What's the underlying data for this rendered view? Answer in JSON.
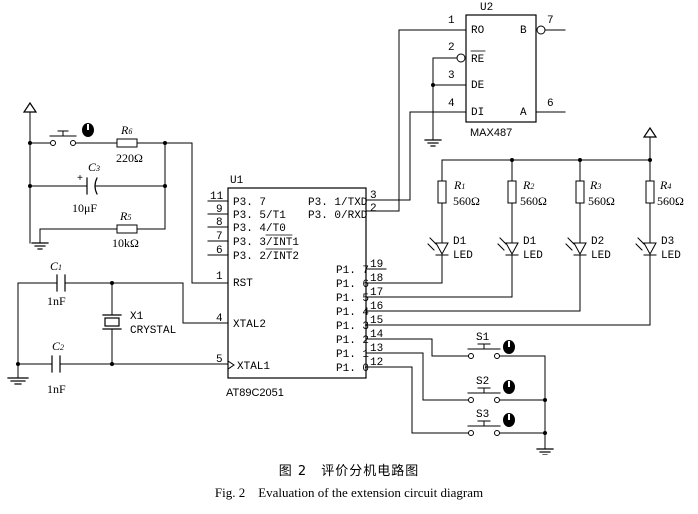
{
  "u2": {
    "ref": "U2",
    "part": "MAX487",
    "pins": {
      "ro": "RO",
      "re": "RE",
      "de": "DE",
      "di": "DI",
      "b": "B",
      "a": "A"
    },
    "pin_numbers": {
      "ro": "1",
      "re": "2",
      "de": "3",
      "di": "4",
      "b": "7",
      "a": "6"
    }
  },
  "u1": {
    "ref": "U1",
    "part": "AT89C2051",
    "left_pins": [
      {
        "name": "P3. 7",
        "num": "11"
      },
      {
        "name": "P3. 5/T1",
        "num": "9"
      },
      {
        "name": "P3. 4/T0",
        "num": "8"
      },
      {
        "name": "P3. 3/INT1",
        "num": "7"
      },
      {
        "name": "P3. 2/INT2",
        "num": "6"
      },
      {
        "name": "RST",
        "num": "1"
      },
      {
        "name": "XTAL2",
        "num": "4"
      },
      {
        "name": "XTAL1",
        "num": "5"
      }
    ],
    "right_pins": [
      {
        "name": "P3. 1/TXD",
        "num": "3"
      },
      {
        "name": "P3. 0/RXD",
        "num": "2"
      },
      {
        "name": "P1. 7",
        "num": "19"
      },
      {
        "name": "P1. 6",
        "num": "18"
      },
      {
        "name": "P1. 5",
        "num": "17"
      },
      {
        "name": "P1. 4",
        "num": "16"
      },
      {
        "name": "P1. 3",
        "num": "15"
      },
      {
        "name": "P1. 2",
        "num": "14"
      },
      {
        "name": "P1. 1",
        "num": "13"
      },
      {
        "name": "P1. 0",
        "num": "12"
      }
    ]
  },
  "resistors": [
    {
      "ref": "R",
      "sub": "6",
      "value": "220Ω"
    },
    {
      "ref": "R",
      "sub": "5",
      "value": "10kΩ"
    },
    {
      "ref": "R",
      "sub": "1",
      "value": "560Ω"
    },
    {
      "ref": "R",
      "sub": "2",
      "value": "560Ω"
    },
    {
      "ref": "R",
      "sub": "3",
      "value": "560Ω"
    },
    {
      "ref": "R",
      "sub": "4",
      "value": "560Ω"
    }
  ],
  "capacitors": [
    {
      "ref": "C",
      "sub": "3",
      "value": "10μF",
      "plus": "+"
    },
    {
      "ref": "C",
      "sub": "1",
      "value": "1nF"
    },
    {
      "ref": "C",
      "sub": "2",
      "value": "1nF"
    }
  ],
  "crystal": {
    "ref": "X1",
    "label": "CRYSTAL"
  },
  "leds": [
    {
      "ref": "D1",
      "type": "LED"
    },
    {
      "ref": "D1",
      "type": "LED"
    },
    {
      "ref": "D2",
      "type": "LED"
    },
    {
      "ref": "D3",
      "type": "LED"
    }
  ],
  "switches": [
    "S1",
    "S2",
    "S3"
  ],
  "caption": {
    "cn": "图 2　评价分机电路图",
    "en": "Fig. 2　Evaluation of the extension circuit diagram"
  }
}
